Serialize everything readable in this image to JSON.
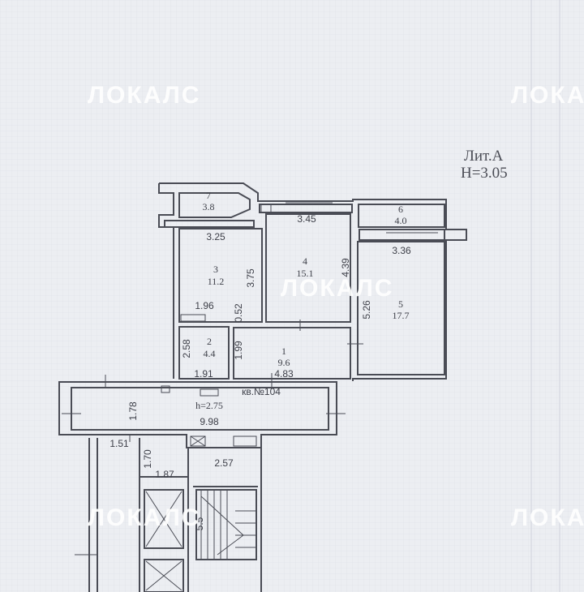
{
  "watermark": {
    "text": "ЛОКАЛС"
  },
  "title_block": {
    "lit": "Лит.А",
    "height": "H=3.05"
  },
  "apartment_label": "кв.№104",
  "corridor_height": "h=2.75",
  "rooms": [
    {
      "id": "7",
      "area": "3.8"
    },
    {
      "id": "6",
      "area": "4.0"
    },
    {
      "id": "3",
      "area": "11.2"
    },
    {
      "id": "4",
      "area": "15.1"
    },
    {
      "id": "5",
      "area": "17.7"
    },
    {
      "id": "2",
      "area": "4.4"
    },
    {
      "id": "1",
      "area": "9.6"
    }
  ],
  "dimensions": [
    "3.45",
    "3.25",
    "3.36",
    "3.75",
    "4.39",
    "1.96",
    "0.52",
    "5.26",
    "2.58",
    "1.99",
    "1.91",
    "4.83",
    "1.78",
    "9.98",
    "1.51",
    "1.70",
    "1.87",
    "2.57",
    "5.5"
  ],
  "colors": {
    "paper": "#eceef2",
    "ink": "#4a4c55",
    "watermark": "#ffffff"
  }
}
